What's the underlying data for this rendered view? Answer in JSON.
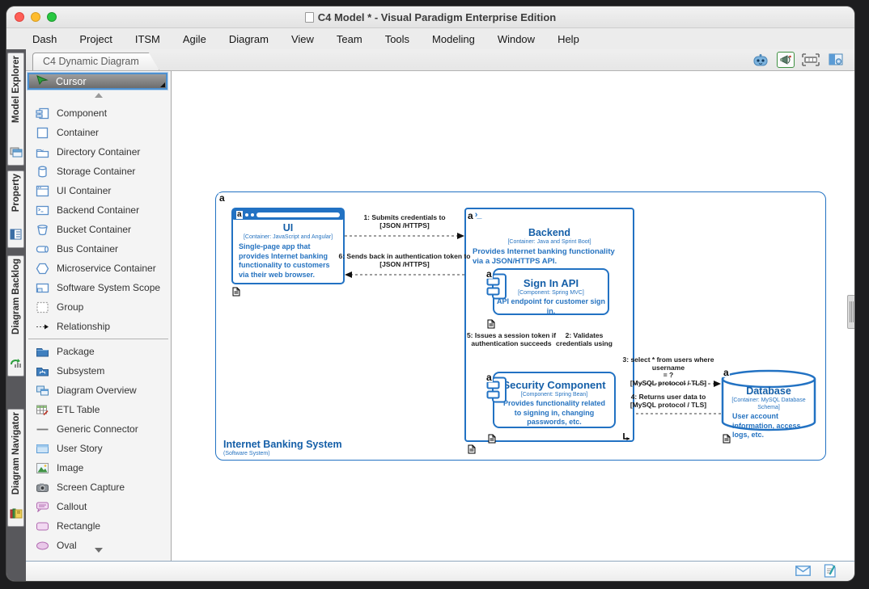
{
  "window": {
    "title": "C4 Model * - Visual Paradigm Enterprise Edition"
  },
  "menu": {
    "items": [
      "Dash",
      "Project",
      "ITSM",
      "Agile",
      "Diagram",
      "View",
      "Team",
      "Tools",
      "Modeling",
      "Window",
      "Help"
    ]
  },
  "tabbar": {
    "active_tab": "C4 Dynamic Diagram",
    "icons": [
      "ai-assistant",
      "announcement",
      "storyboard",
      "panel-layout"
    ]
  },
  "sidebar_tabs": [
    {
      "label": "Model Explorer",
      "icon": "model-explorer"
    },
    {
      "label": "Property",
      "icon": "property"
    },
    {
      "label": "Diagram Backlog",
      "icon": "diagram-backlog"
    },
    {
      "label": "Diagram Navigator",
      "icon": "diagram-navigator"
    }
  ],
  "palette": {
    "cursor_label": "Cursor",
    "items": [
      {
        "icon": "component",
        "label": "Component"
      },
      {
        "icon": "container",
        "label": "Container"
      },
      {
        "icon": "directory-container",
        "label": "Directory Container"
      },
      {
        "icon": "storage-container",
        "label": "Storage Container"
      },
      {
        "icon": "ui-container",
        "label": "UI Container"
      },
      {
        "icon": "backend-container",
        "label": "Backend Container"
      },
      {
        "icon": "bucket-container",
        "label": "Bucket Container"
      },
      {
        "icon": "bus-container",
        "label": "Bus Container"
      },
      {
        "icon": "microservice-container",
        "label": "Microservice Container"
      },
      {
        "icon": "software-system-scope",
        "label": "Software System Scope"
      },
      {
        "icon": "group",
        "label": "Group"
      },
      {
        "icon": "relationship",
        "label": "Relationship"
      },
      {
        "icon": "package",
        "label": "Package"
      },
      {
        "icon": "subsystem",
        "label": "Subsystem"
      },
      {
        "icon": "diagram-overview",
        "label": "Diagram Overview"
      },
      {
        "icon": "etl-table",
        "label": "ETL Table"
      },
      {
        "icon": "generic-connector",
        "label": "Generic Connector"
      },
      {
        "icon": "user-story",
        "label": "User Story"
      },
      {
        "icon": "image",
        "label": "Image"
      },
      {
        "icon": "screen-capture",
        "label": "Screen Capture"
      },
      {
        "icon": "callout",
        "label": "Callout"
      },
      {
        "icon": "rectangle",
        "label": "Rectangle"
      },
      {
        "icon": "oval",
        "label": "Oval"
      }
    ]
  },
  "diagram": {
    "boundary": {
      "corner": "a",
      "name": "Internet Banking System",
      "type": "(Software System)"
    },
    "ui": {
      "corner": "a",
      "title": "UI",
      "subtitle": "[Container: JavaScript and Angular]",
      "description": "Single-page app that provides Internet banking functionality to customers via their web browser."
    },
    "backend": {
      "corner": "a",
      "prompt": "›_",
      "title": "Backend",
      "subtitle": "[Container: Java and Sprint Boot]",
      "description": "Provides Internet banking functionality via a JSON/HTTPS API."
    },
    "signin": {
      "corner": "a",
      "title": "Sign In API",
      "subtitle": "[Component: Spring MVC]",
      "description": "API endpoint for customer sign in."
    },
    "security": {
      "corner": "a",
      "title": "Security Component",
      "subtitle": "[Component: Spring Bean]",
      "description": "Provides functionality related to signing in, changing passwords, etc."
    },
    "database": {
      "corner": "a",
      "title": "Database",
      "subtitle": "[Container: MySQL Database Schema]",
      "description": "User account information, access logs, etc."
    },
    "messages": {
      "m1": {
        "line1": "1: Submits credentials to",
        "line2": "[JSON /HTTPS]"
      },
      "m6": {
        "line1": "6: Sends back in authentication token to",
        "line2": "[JSON /HTTPS]"
      },
      "m2": {
        "line1": "2: Validates",
        "line2": "credentials using"
      },
      "m5": {
        "line1": "5: Issues a session token if",
        "line2": "authentication succeeds"
      },
      "m3": {
        "line1": "3: select * from users where username",
        "line2": "= ?",
        "line3": "[MySQL protocol / TLS]"
      },
      "m4": {
        "line1": "4: Returns user data to",
        "line2": "[MySQL protocol / TLS]"
      }
    }
  },
  "colors": {
    "c4_blue": "#2272c3",
    "c4_text": "#155fa8",
    "selection_blue": "#4d90d0",
    "announce_green": "#3f9142"
  }
}
